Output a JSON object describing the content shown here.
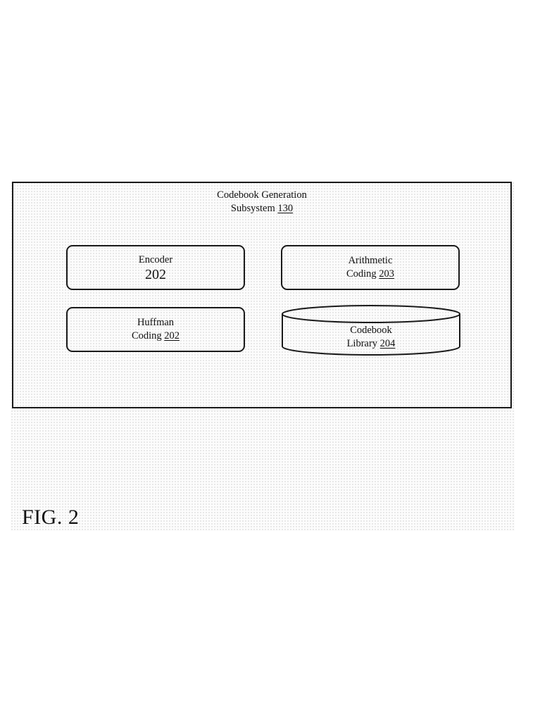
{
  "diagram": {
    "container": {
      "title_line1": "Codebook Generation",
      "title_line2_text": "Subsystem ",
      "title_line2_ref": "130"
    },
    "blocks": [
      {
        "line1": "Encoder",
        "line2_text": "",
        "ref": "202"
      },
      {
        "line1": "Arithmetic",
        "line2_text": "Coding ",
        "ref": "203"
      },
      {
        "line1": "Huffman",
        "line2_text": "Coding ",
        "ref": "202"
      }
    ],
    "database": {
      "line1": "Codebook",
      "line2_text": "Library ",
      "ref": "204"
    },
    "figure_label": "FIG. 2"
  }
}
